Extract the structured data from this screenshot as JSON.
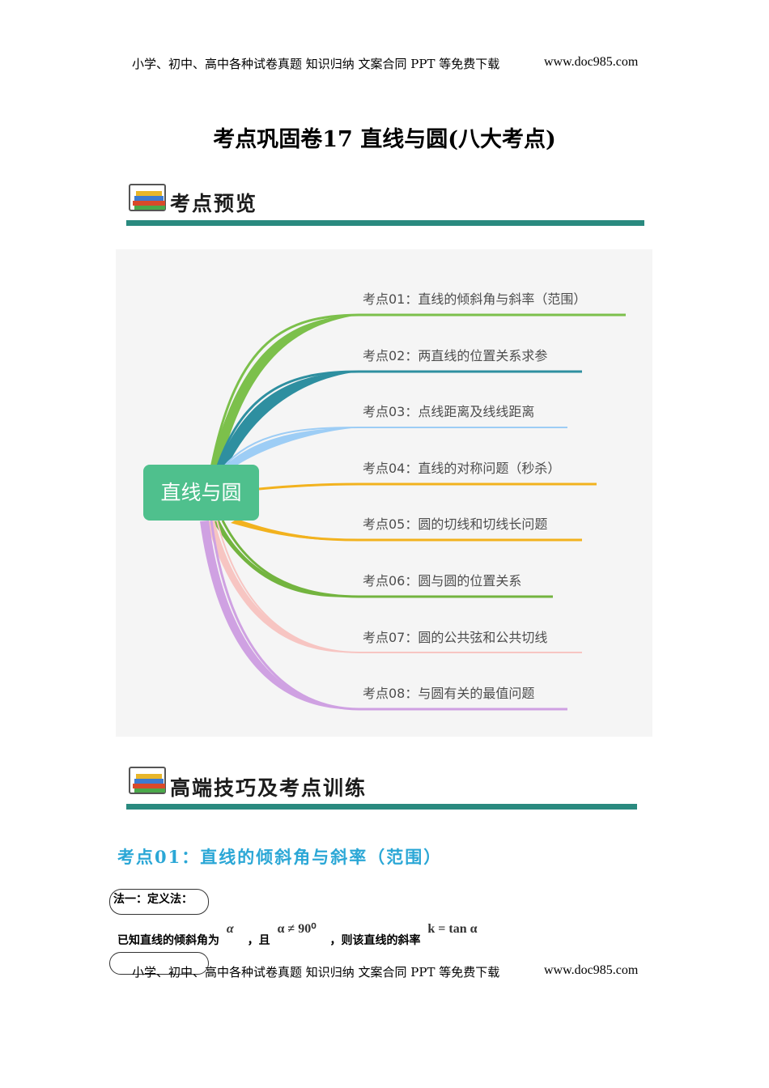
{
  "header": {
    "left": "小学、初中、高中各种试卷真题  知识归纳  文案合同  PPT 等免费下载",
    "right": "www.doc985.com"
  },
  "title": "考点巩固卷17  直线与圆(八大考点)",
  "section1": {
    "label": "考点预览"
  },
  "mindmap": {
    "root": "直线与圆",
    "topics": [
      {
        "label": "考点01：直线的倾斜角与斜率（范围）",
        "color": "#7cc04b"
      },
      {
        "label": "考点02：两直线的位置关系求参",
        "color": "#2e8fa0"
      },
      {
        "label": "考点03：点线距离及线线距离",
        "color": "#9dcdf5"
      },
      {
        "label": "考点04：直线的对称问题（秒杀）",
        "color": "#f2b21e"
      },
      {
        "label": "考点05：圆的切线和切线长问题",
        "color": "#f2b21e"
      },
      {
        "label": "考点06：圆与圆的位置关系",
        "color": "#73b43f"
      },
      {
        "label": "考点07：圆的公共弦和公共切线",
        "color": "#f7c5c2"
      },
      {
        "label": "考点08：与圆有关的最值问题",
        "color": "#cfa1e2"
      }
    ]
  },
  "section2": {
    "label": "高端技巧及考点训练"
  },
  "kaodian1": {
    "heading": "考点01：直线的倾斜角与斜率（范围）",
    "method": "法一：定义法：",
    "text_a": "已知直线的倾斜角为",
    "math_alpha": "α",
    "text_b": "，且",
    "math_cond": "α ≠ 90⁰",
    "text_c": "，则该直线的斜率",
    "math_k": "k = tan α"
  },
  "footer": {
    "left": "小学、初中、高中各种试卷真题  知识归纳  文案合同  PPT 等免费下载",
    "right": "www.doc985.com"
  }
}
